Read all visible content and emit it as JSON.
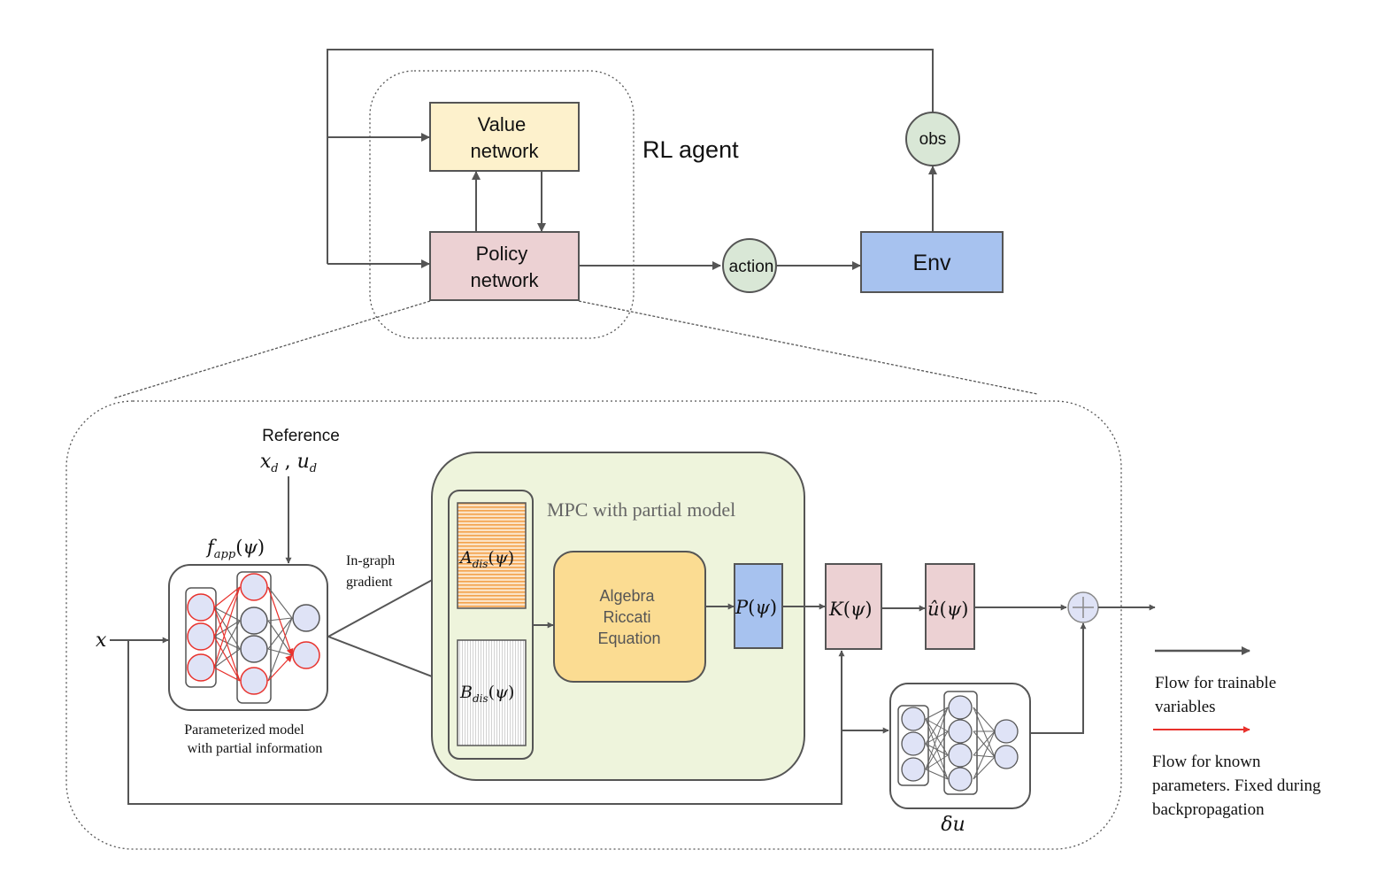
{
  "colors": {
    "value_fill": "#fdf1cc",
    "policy_fill": "#ecd1d3",
    "env_fill": "#a7c2ef",
    "circle_fill": "#d9e7d6",
    "mpc_fill": "#eef4dc",
    "are_fill": "#fbdc92",
    "p_fill": "#a7c2ef",
    "k_fill": "#ecd1d3",
    "a_stripe": "#f3a24c",
    "a_bg": "#fbe3c6",
    "arrow": "#555555",
    "red_flow": "#e8312c",
    "node_fill": "#dfe3f6"
  },
  "top": {
    "value_network": [
      "Value",
      "network"
    ],
    "policy_network": [
      "Policy",
      "network"
    ],
    "rl_agent": "RL agent",
    "obs": "obs",
    "action": "action",
    "env": "Env"
  },
  "bottom": {
    "reference": "Reference",
    "reference_vars": "x_d , u_d",
    "x_label": "x",
    "f_app": "f_app(ψ)",
    "model_caption": [
      "Parameterized model",
      "with partial information"
    ],
    "in_graph": [
      "In-graph",
      "gradient"
    ],
    "mpc_title": "MPC with partial model",
    "a_dis": "A_dis(ψ)",
    "b_dis": "B_dis(ψ)",
    "are": [
      "Algebra",
      "Riccati",
      "Equation"
    ],
    "p_label": "P(ψ)",
    "k_label": "K(ψ)",
    "u_hat": "û(ψ)",
    "delta_u": "δu"
  },
  "legend": {
    "trainable": [
      "Flow for trainable",
      "variables"
    ],
    "known": [
      "Flow for known",
      "parameters. Fixed during",
      "backpropagation"
    ]
  }
}
